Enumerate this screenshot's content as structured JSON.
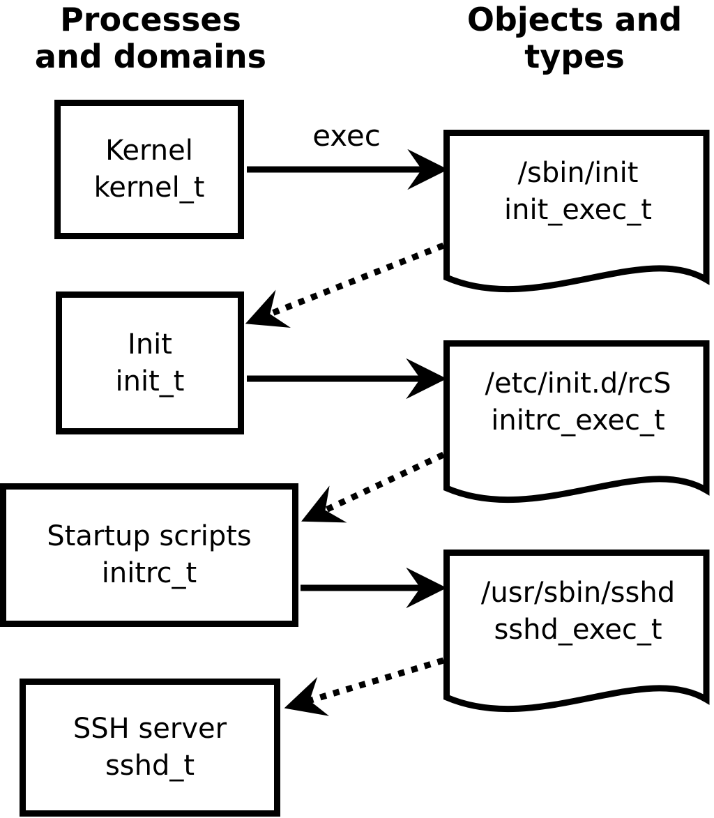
{
  "headers": {
    "left": "Processes\nand domains",
    "right": "Objects and\ntypes"
  },
  "processes": [
    {
      "label": "Kernel",
      "domain": "kernel_t"
    },
    {
      "label": "Init",
      "domain": "init_t"
    },
    {
      "label": "Startup scripts",
      "domain": "initrc_t"
    },
    {
      "label": "SSH server",
      "domain": "sshd_t"
    }
  ],
  "objects": [
    {
      "path": "/sbin/init",
      "type": "init_exec_t"
    },
    {
      "path": "/etc/init.d/rcS",
      "type": "initrc_exec_t"
    },
    {
      "path": "/usr/sbin/sshd",
      "type": "sshd_exec_t"
    }
  ],
  "labels": {
    "exec": "exec"
  },
  "colors": {
    "foreground": "#000000",
    "background": "#ffffff"
  }
}
